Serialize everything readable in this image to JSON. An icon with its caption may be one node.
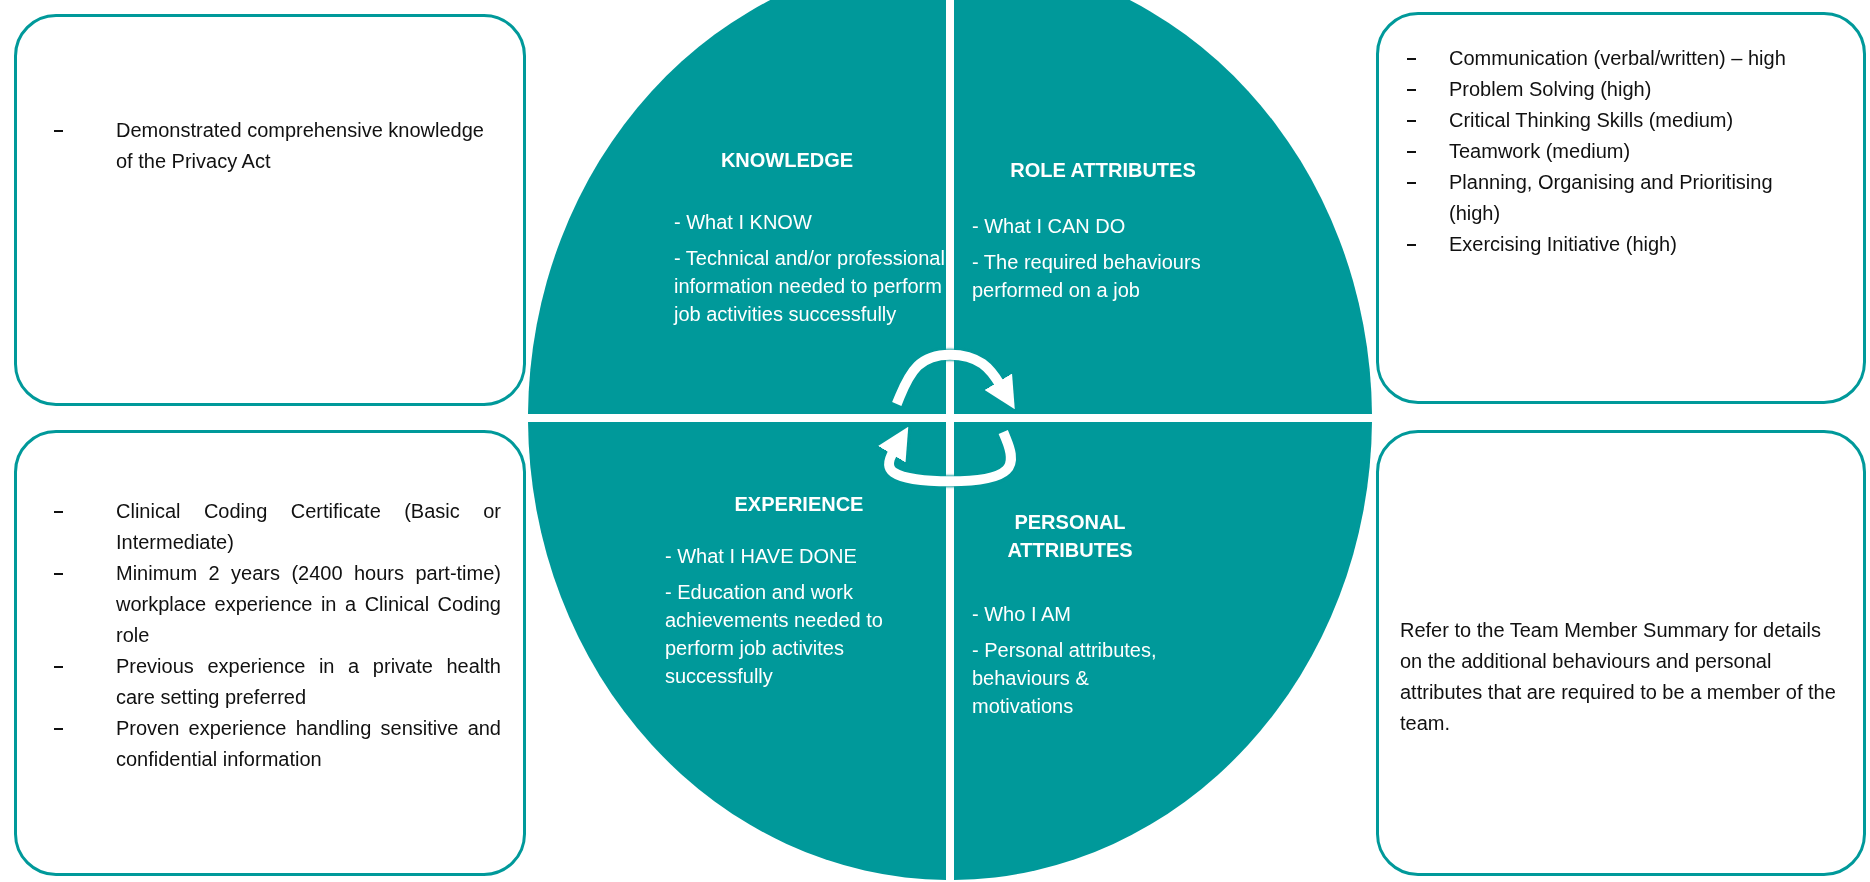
{
  "diagram": {
    "nodes": [
      {
        "text": [
          "Demonstrated comprehensive knowledge of the Privacy Act"
        ]
      },
      {
        "text": [
          "Communication (verbal/written) – high",
          "Problem Solving (high)",
          "Critical Thinking Skills (medium)",
          "Teamwork (medium)",
          "Planning, Organising and Prioritising (high)",
          "Exercising Initiative (high)"
        ]
      },
      {
        "text": [
          "Clinical Coding Certificate (Basic or Intermediate)",
          "Minimum 2 years (2400 hours part-time) workplace experience in a Clinical Coding role",
          "Previous experience in a private health care setting preferred",
          "Proven experience handling sensitive and confidential information"
        ]
      },
      {
        "text": [
          "Refer to the Team Member Summary for details on the additional behaviours and personal attributes that are required to be a member of the team."
        ]
      },
      {
        "text": [
          "KNOWLEDGE",
          "- What I KNOW",
          "- Technical and/or professional information needed to perform job activities successfully"
        ]
      },
      {
        "text": [
          "ROLE ATTRIBUTES",
          "- What I CAN DO",
          "- The required behaviours performed on a job"
        ]
      },
      {
        "text": [
          "EXPERIENCE",
          "- What I HAVE DONE",
          "- Education and work achievements needed to perform job activites successfully"
        ]
      },
      {
        "text": [
          "PERSONAL ATTRIBUTES",
          "- Who I AM",
          "- Personal attributes, behaviours & motivations"
        ]
      }
    ],
    "edges": [
      {
        "from": 4,
        "to": 5,
        "arrow": "to"
      },
      {
        "from": 7,
        "to": 6,
        "arrow": "to"
      }
    ]
  }
}
